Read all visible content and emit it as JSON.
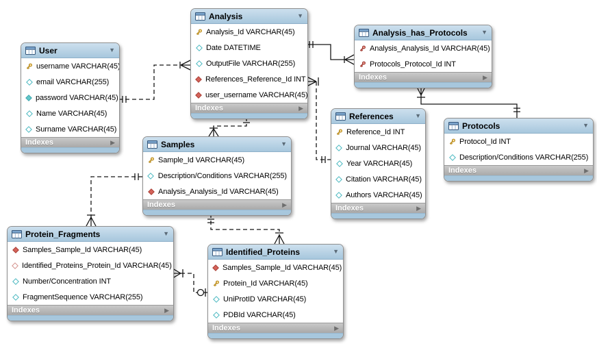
{
  "ui": {
    "collapse_arrow": "▼",
    "expand_arrow": "▶"
  },
  "diagram": {
    "tables": [
      {
        "name": "User",
        "footer_label": "Indexes",
        "columns": [
          {
            "icon": "key-primary",
            "text": "username VARCHAR(45)"
          },
          {
            "icon": "diamond-cyan-outline",
            "text": "email VARCHAR(255)"
          },
          {
            "icon": "diamond-cyan-filled",
            "text": "password VARCHAR(45)"
          },
          {
            "icon": "diamond-cyan-outline",
            "text": "Name VARCHAR(45)"
          },
          {
            "icon": "diamond-cyan-outline",
            "text": "Surname VARCHAR(45)"
          }
        ]
      },
      {
        "name": "Analysis",
        "footer_label": "Indexes",
        "columns": [
          {
            "icon": "key-primary",
            "text": "Analysis_Id VARCHAR(45)"
          },
          {
            "icon": "diamond-cyan-outline",
            "text": "Date DATETIME"
          },
          {
            "icon": "diamond-cyan-outline",
            "text": "OutputFile VARCHAR(255)"
          },
          {
            "icon": "diamond-red-filled",
            "text": "References_Reference_Id INT"
          },
          {
            "icon": "diamond-red-filled",
            "text": "user_username VARCHAR(45)"
          }
        ]
      },
      {
        "name": "Analysis_has_Protocols",
        "footer_label": "Indexes",
        "columns": [
          {
            "icon": "key-foreign",
            "text": "Analysis_Analysis_Id VARCHAR(45)"
          },
          {
            "icon": "key-foreign",
            "text": "Protocols_Protocol_Id INT"
          }
        ]
      },
      {
        "name": "References",
        "footer_label": "Indexes",
        "columns": [
          {
            "icon": "key-primary",
            "text": "Reference_Id INT"
          },
          {
            "icon": "diamond-cyan-outline",
            "text": "Journal VARCHAR(45)"
          },
          {
            "icon": "diamond-cyan-outline",
            "text": "Year VARCHAR(45)"
          },
          {
            "icon": "diamond-cyan-outline",
            "text": "Citation VARCHAR(45)"
          },
          {
            "icon": "diamond-cyan-outline",
            "text": "Authors VARCHAR(45)"
          }
        ]
      },
      {
        "name": "Protocols",
        "footer_label": "Indexes",
        "columns": [
          {
            "icon": "key-primary",
            "text": "Protocol_Id INT"
          },
          {
            "icon": "diamond-cyan-outline",
            "text": "Description/Conditions VARCHAR(255)"
          }
        ]
      },
      {
        "name": "Samples",
        "footer_label": "Indexes",
        "columns": [
          {
            "icon": "key-primary",
            "text": "Sample_Id VARCHAR(45)"
          },
          {
            "icon": "diamond-cyan-outline",
            "text": "Description/Conditions VARCHAR(255)"
          },
          {
            "icon": "diamond-red-filled",
            "text": "Analysis_Analysis_Id VARCHAR(45)"
          }
        ]
      },
      {
        "name": "Protein_Fragments",
        "footer_label": "Indexes",
        "columns": [
          {
            "icon": "diamond-red-filled",
            "text": "Samples_Sample_Id VARCHAR(45)"
          },
          {
            "icon": "diamond-red-outline",
            "text": "Identified_Proteins_Protein_Id VARCHAR(45)"
          },
          {
            "icon": "diamond-cyan-outline",
            "text": "Number/Concentration INT"
          },
          {
            "icon": "diamond-cyan-outline",
            "text": "FragmentSequence VARCHAR(255)"
          }
        ]
      },
      {
        "name": "Identified_Proteins",
        "footer_label": "Indexes",
        "columns": [
          {
            "icon": "diamond-red-filled",
            "text": "Samples_Sample_Id VARCHAR(45)"
          },
          {
            "icon": "key-primary",
            "text": "Protein_Id VARCHAR(45)"
          },
          {
            "icon": "diamond-cyan-outline",
            "text": "UniProtID VARCHAR(45)"
          },
          {
            "icon": "diamond-cyan-outline",
            "text": "PDBId VARCHAR(45)"
          }
        ]
      }
    ],
    "relationships": [
      {
        "from": "User",
        "to": "Analysis",
        "style": "dashed",
        "from_end": "one",
        "to_end": "many"
      },
      {
        "from": "Analysis",
        "to": "Analysis_has_Protocols",
        "style": "solid",
        "from_end": "one",
        "to_end": "many"
      },
      {
        "from": "References",
        "to": "Analysis",
        "style": "dashed",
        "from_end": "one",
        "to_end": "many"
      },
      {
        "from": "Protocols",
        "to": "Analysis_has_Protocols",
        "style": "solid",
        "from_end": "one",
        "to_end": "many"
      },
      {
        "from": "Analysis",
        "to": "Samples",
        "style": "dashed",
        "from_end": "one",
        "to_end": "many"
      },
      {
        "from": "Samples",
        "to": "Protein_Fragments",
        "style": "dashed",
        "from_end": "one",
        "to_end": "many"
      },
      {
        "from": "Samples",
        "to": "Identified_Proteins",
        "style": "dashed",
        "from_end": "one",
        "to_end": "many"
      },
      {
        "from": "Identified_Proteins",
        "to": "Protein_Fragments",
        "style": "dashed",
        "from_end": "zero-or-one",
        "to_end": "many"
      }
    ]
  },
  "colors": {
    "header_blue": "#a7c7dd",
    "footer_gray": "#ababab",
    "body_white": "#ffffff",
    "pk_key_gold": "#e6b31e",
    "fk_key_red": "#cc5147",
    "diamond_cyan": "#63c6c9",
    "diamond_red": "#d4635a",
    "line_black": "#161616"
  }
}
